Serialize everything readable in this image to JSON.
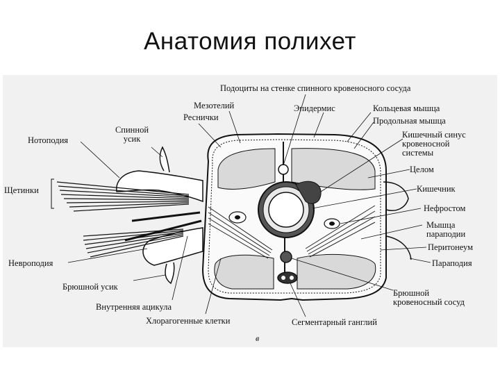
{
  "title": "Анатомия полихет",
  "figure_letter": "в",
  "labels": {
    "podocytes": "Подоциты на стенке спинного кровеносного сосуда",
    "mesothelium": "Мезотелий",
    "epidermis": "Эпидермис",
    "circular_muscle": "Кольцевая мышца",
    "cilia": "Реснички",
    "longitudinal_muscle": "Продольная мышца",
    "notopodium": "Нотоподия",
    "dorsal_cirrus_1": "Спинной",
    "dorsal_cirrus_2": "усик",
    "intestinal_sinus_1": "Кишечный синус",
    "intestinal_sinus_2": "кровеносной",
    "intestinal_sinus_3": "системы",
    "coelom": "Целом",
    "setae": "Щетинки",
    "intestine": "Кишечник",
    "nephrostome": "Нефростом",
    "parapodium_muscle_1": "Мышца",
    "parapodium_muscle_2": "параподии",
    "peritoneum": "Перитонеум",
    "neuropodium": "Невроподия",
    "parapodium": "Параподия",
    "ventral_cirrus": "Брюшной усик",
    "ventral_vessel_1": "Брюшной",
    "ventral_vessel_2": "кровеносный сосуд",
    "internal_acicula": "Внутренняя ацикула",
    "chloragogen_cells": "Хлорагогенные клетки",
    "segmental_ganglion": "Сегментарный ганглий"
  }
}
